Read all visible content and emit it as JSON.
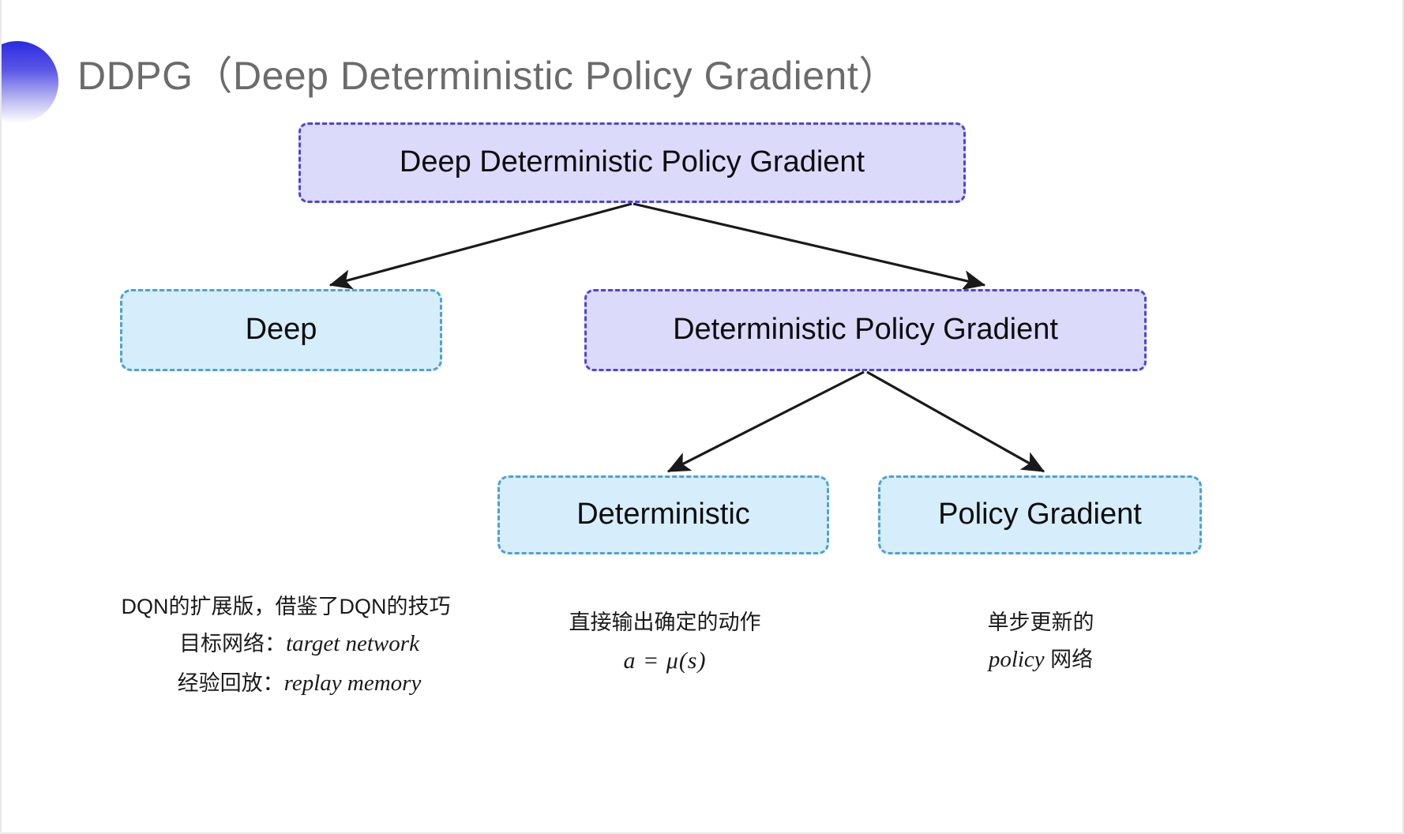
{
  "slide": {
    "title": "DDPG（Deep Deterministic Policy Gradient）",
    "decoration_icon": "half-circle-gradient-icon",
    "title_color": "#6b6b6b",
    "background": "#ffffff"
  },
  "theme": {
    "purple_fill": "#dcdafa",
    "purple_border": "#4b46d9",
    "blue_fill": "#d6eefb",
    "blue_border": "#4da0dc",
    "arrow_color": "#1a1a1a",
    "text_color": "#0d0d0d"
  },
  "diagram": {
    "type": "tree",
    "nodes": [
      {
        "id": "root",
        "label": "Deep Deterministic Policy Gradient",
        "style": "purple",
        "level": 0
      },
      {
        "id": "deep",
        "label": "Deep",
        "style": "blue",
        "level": 1
      },
      {
        "id": "dpg",
        "label": "Deterministic Policy Gradient",
        "style": "purple",
        "level": 1
      },
      {
        "id": "det",
        "label": "Deterministic",
        "style": "blue",
        "level": 2
      },
      {
        "id": "pg",
        "label": "Policy Gradient",
        "style": "blue",
        "level": 2
      }
    ],
    "edges": [
      {
        "from": "root",
        "to": "deep"
      },
      {
        "from": "root",
        "to": "dpg"
      },
      {
        "from": "dpg",
        "to": "det"
      },
      {
        "from": "dpg",
        "to": "pg"
      }
    ]
  },
  "annotations": {
    "deep": {
      "line1": "DQN的扩展版，借鉴了DQN的技巧",
      "line2_label": "目标网络：",
      "line2_term": "target network",
      "line3_label": "经验回放：",
      "line3_term": "replay memory"
    },
    "deterministic": {
      "line1": "直接输出确定的动作",
      "formula": "a = μ(s)"
    },
    "policy_gradient": {
      "line1": "单步更新的",
      "line2_term": "policy",
      "line2_suffix": " 网络"
    }
  }
}
